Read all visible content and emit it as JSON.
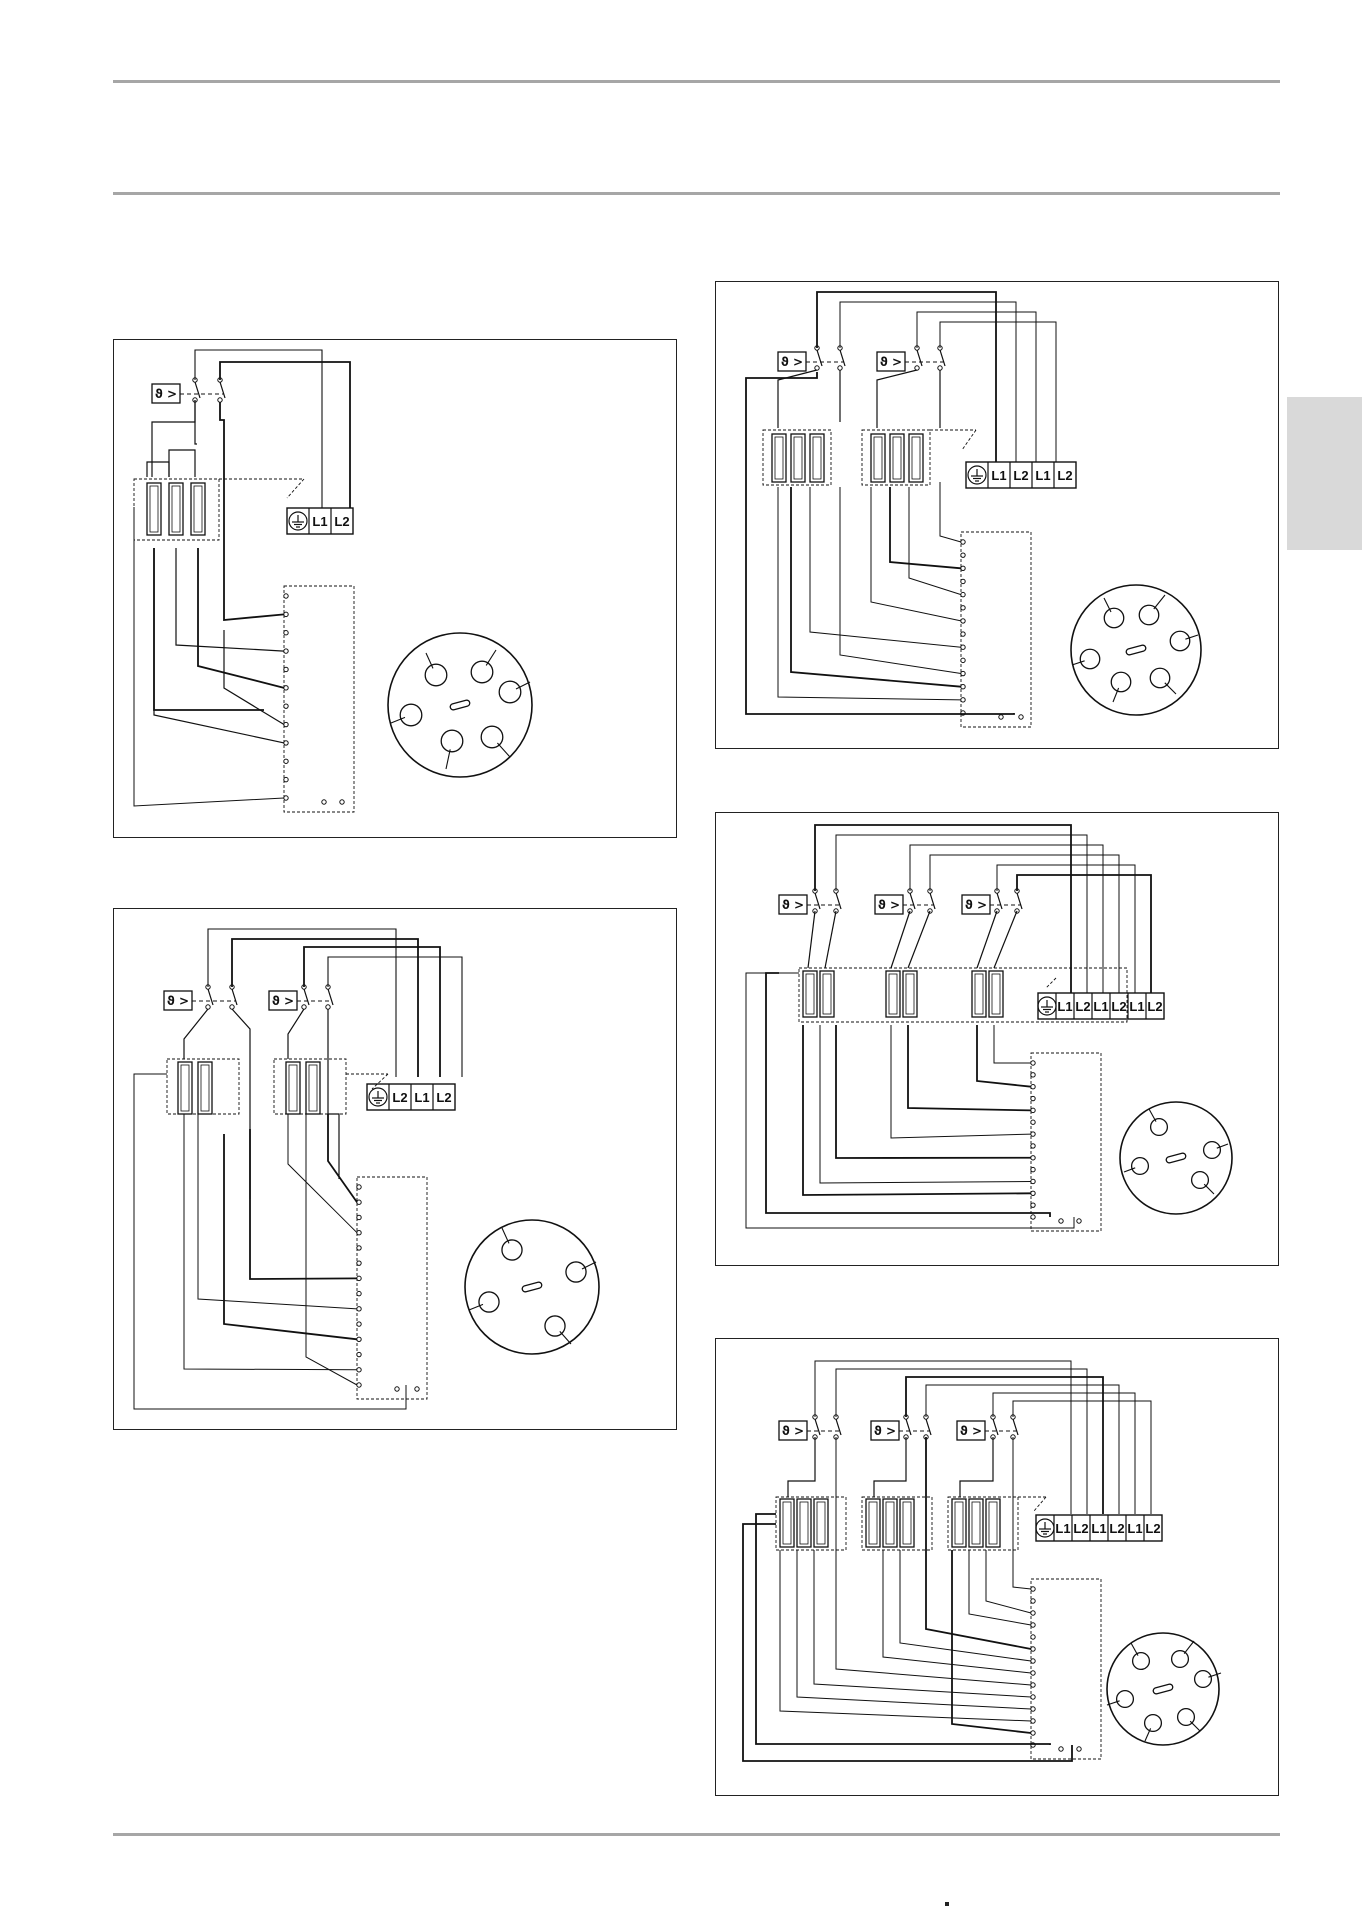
{
  "page": {
    "rules": [
      "top-rule",
      "header-rule",
      "footer-rule"
    ],
    "side_tab_color": "#d9d9d9"
  },
  "thermostat_symbol": "ϑ >",
  "earth_symbol": "earth-ground-icon",
  "diagrams": [
    {
      "id": "diagram-1",
      "thermostats": 1,
      "heaters_per_group": 3,
      "terminals": [
        "L1",
        "L2"
      ],
      "socket_pins": 6
    },
    {
      "id": "diagram-2",
      "thermostats": 2,
      "heaters_per_group": 2,
      "terminals": [
        "L2",
        "L1",
        "L2"
      ],
      "socket_pins": 4
    },
    {
      "id": "diagram-3",
      "thermostats": 2,
      "heaters_per_group": 3,
      "terminals": [
        "L1",
        "L2",
        "L1",
        "L2"
      ],
      "socket_pins": 6
    },
    {
      "id": "diagram-4",
      "thermostats": 3,
      "heaters_per_group": 2,
      "terminals": [
        "L1",
        "L2",
        "L1",
        "L2",
        "L1",
        "L2"
      ],
      "socket_pins": 4
    },
    {
      "id": "diagram-5",
      "thermostats": 3,
      "heaters_per_group": 3,
      "terminals": [
        "L1",
        "L2",
        "L1",
        "L2",
        "L1",
        "L2"
      ],
      "socket_pins": 6
    }
  ]
}
